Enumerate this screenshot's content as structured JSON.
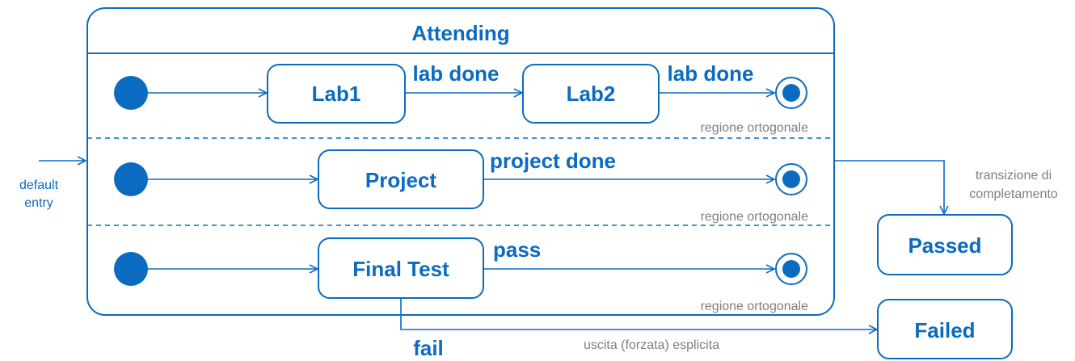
{
  "composite_state": {
    "title": "Attending"
  },
  "regions": [
    {
      "states": [
        {
          "label": "Lab1"
        },
        {
          "label": "Lab2"
        }
      ],
      "transitions": [
        {
          "label": "lab done"
        },
        {
          "label": "lab done"
        }
      ],
      "region_label": "regione ortogonale"
    },
    {
      "states": [
        {
          "label": "Project"
        }
      ],
      "transitions": [
        {
          "label": "project done"
        }
      ],
      "region_label": "regione ortogonale"
    },
    {
      "states": [
        {
          "label": "Final Test"
        }
      ],
      "transitions": [
        {
          "label": "pass"
        }
      ],
      "region_label": "regione ortogonale"
    }
  ],
  "outer_states": {
    "passed": "Passed",
    "failed": "Failed"
  },
  "annotations": {
    "default_entry_line1": "default",
    "default_entry_line2": "entry",
    "completion_line1": "transizione di",
    "completion_line2": "completamento",
    "fail_label": "fail",
    "explicit_exit": "uscita (forzata) esplicita"
  },
  "colors": {
    "primary": "#0b6bc0",
    "annotation_gray": "#7f7f7f"
  }
}
